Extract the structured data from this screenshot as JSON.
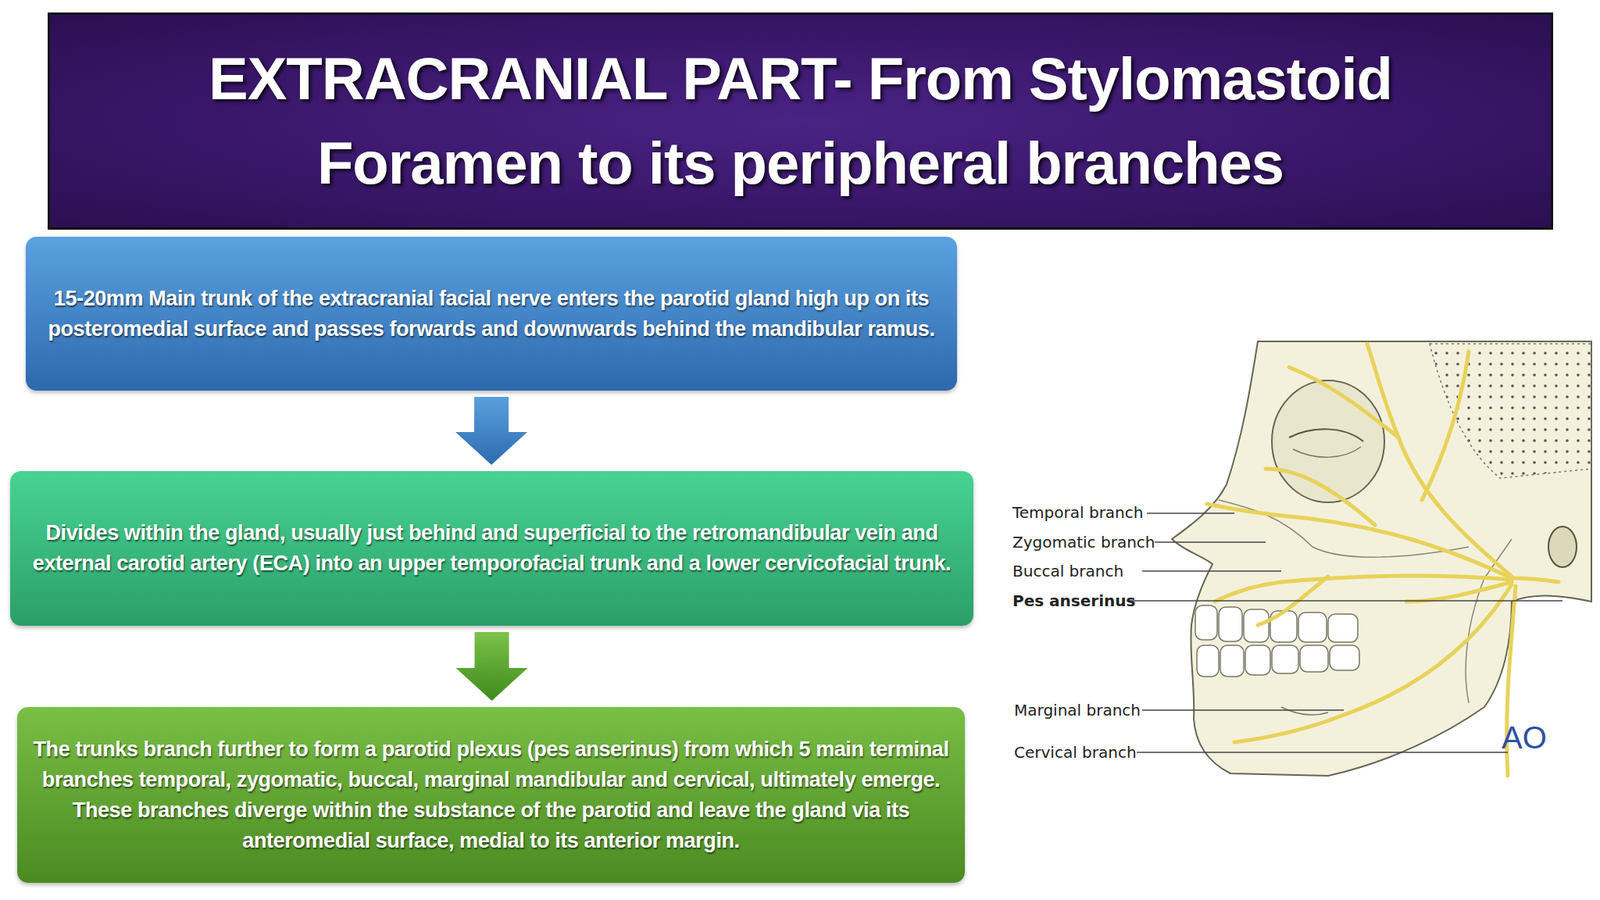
{
  "diagram": {
    "title": "EXTRACRANIAL PART- From Stylomastoid Foramen to its peripheral branches",
    "nodes": [
      {
        "text": [
          "15-20mm Main trunk of the extracranial facial nerve enters the parotid gland high up on its posteromedial surface and passes forwards and downwards behind the mandibular ramus."
        ]
      },
      {
        "text": [
          "Divides within the gland, usually just behind and superficial to the retromandibular vein and external carotid artery (ECA) into an upper temporofacial trunk and a lower cervicofacial trunk."
        ]
      },
      {
        "text": [
          "The trunks branch further to form a parotid plexus (pes anserinus) from which 5 main terminal branches temporal, zygomatic, buccal, marginal mandibular and cervical, ultimately emerge. These branches diverge within the substance of the parotid and leave the gland via its anteromedial surface, medial to its anterior margin."
        ]
      }
    ],
    "edges": [
      {
        "from": 0,
        "to": 1,
        "arrow": "to"
      },
      {
        "from": 1,
        "to": 2,
        "arrow": "to"
      }
    ],
    "labels": [
      "Temporal branch",
      "Zygomatic branch",
      "Buccal branch",
      "Pes anserinus",
      "Marginal branch",
      "Cervical branch",
      "AO"
    ]
  }
}
